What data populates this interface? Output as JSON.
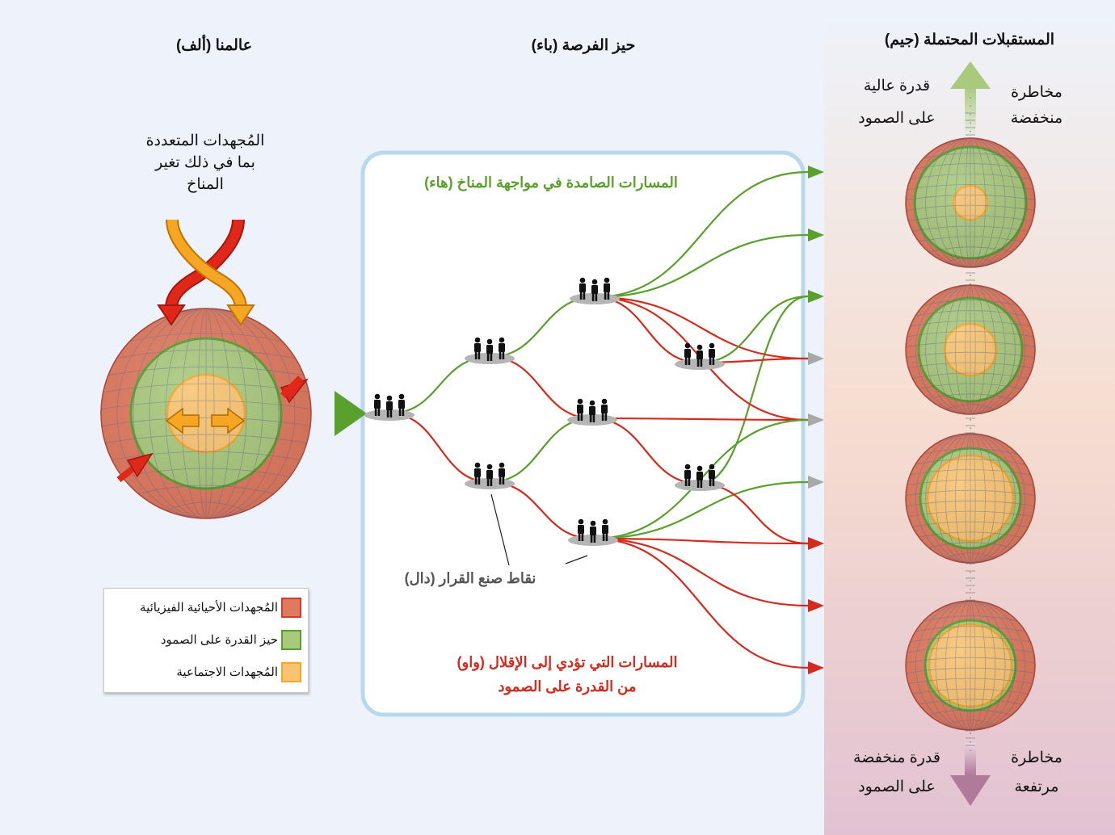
{
  "columns": {
    "a_title": "(ألف) عالمنا",
    "b_title": "(باء) حيز الفرصة",
    "c_title": "(جيم) المستقبلات المحتملة"
  },
  "drivers": [
    "المُجهدات المتعددة",
    "بما في ذلك تغير",
    "المناخ"
  ],
  "paths": {
    "resilient": "(هاء) المسارات الصامدة في مواجهة المناخ",
    "decision_points": "(دال) نقاط صنع القرار",
    "reduced_line1": "(واو) المسارات التي تؤدي إلى الإقلال",
    "reduced_line2": "من القدرة على الصمود"
  },
  "futures": {
    "top_left": [
      "قدرة عالية",
      "على الصمود"
    ],
    "top_right": [
      "مخاطرة",
      "منخفضة"
    ],
    "bottom_left": [
      "قدرة منخفضة",
      "على الصمود"
    ],
    "bottom_right": [
      "مخاطرة",
      "مرتفعة"
    ]
  },
  "legend": [
    {
      "label": "المُجهدات الأحيائية الفيزيائية",
      "fill": "#e07a5f",
      "border": "#d43a2e"
    },
    {
      "label": "حيز القدرة على الصمود",
      "fill": "#a9c97d",
      "border": "#5aa02c"
    },
    {
      "label": "المُجهدات الاجتماعية",
      "fill": "#f8c471",
      "border": "#f5a623"
    }
  ],
  "colors": {
    "green_path": "#5aa02c",
    "red_path": "#d42b1e",
    "grey_arrow": "#a8a8a8",
    "box_border": "#b8d8ee"
  }
}
